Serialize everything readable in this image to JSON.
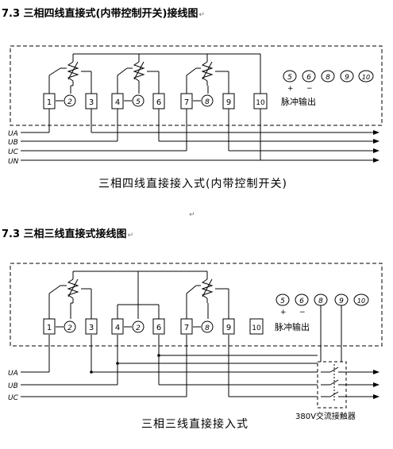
{
  "section1": {
    "heading": "7.3 三相四线直接式(内带控制开关)接线图",
    "caption": "三相四线直接接入式(内带控制开关)",
    "terminals": [
      "1",
      "2",
      "3",
      "4",
      "5",
      "6",
      "7",
      "8",
      "9",
      "10"
    ],
    "pulse_terminals": [
      "5",
      "6",
      "8",
      "9",
      "10"
    ],
    "pulse_signs": [
      "+",
      "−"
    ],
    "pulse_label": "脉冲输出",
    "lines": [
      "UA",
      "UB",
      "UC",
      "UN"
    ]
  },
  "section2": {
    "heading": "7.3 三相三线直接式接线图",
    "caption": "三相三线直接接入式",
    "terminals": [
      "1",
      "2",
      "3",
      "4",
      "2",
      "6",
      "7",
      "8",
      "9",
      "10"
    ],
    "pulse_terminals": [
      "5",
      "6",
      "8",
      "9",
      "10"
    ],
    "pulse_signs": [
      "+",
      "−"
    ],
    "pulse_label": "脉冲输出",
    "lines": [
      "UA",
      "UB",
      "UC"
    ],
    "contactor_label": "380V交流接触器"
  },
  "marks": {
    "return": "↵"
  }
}
